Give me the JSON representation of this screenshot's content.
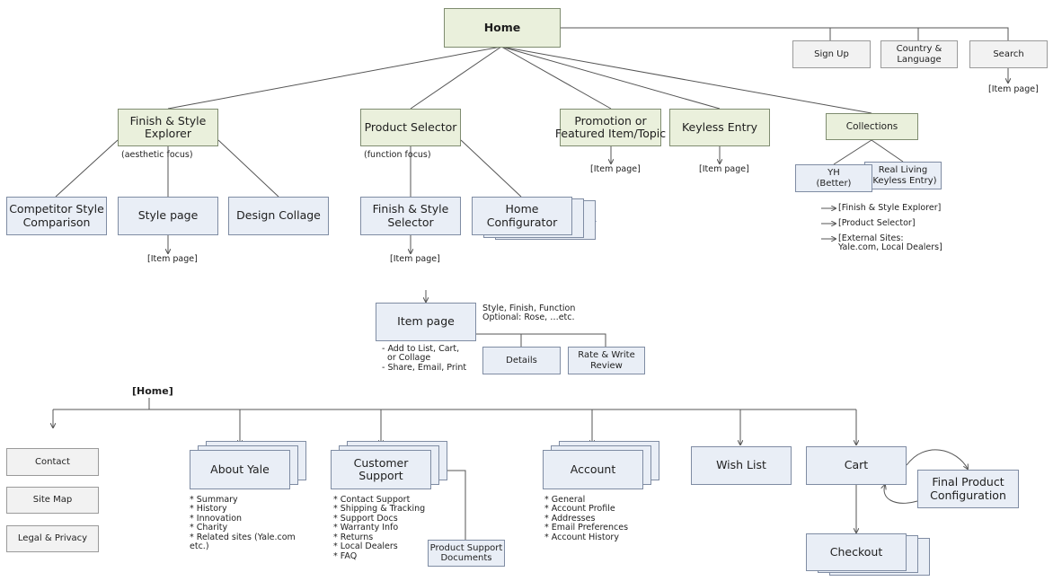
{
  "top": {
    "home": "Home",
    "sign_up": "Sign Up",
    "country_language": "Country &\nLanguage",
    "search": "Search",
    "search_item": "[Item page]"
  },
  "level2": {
    "finish_style_explorer": "Finish & Style\nExplorer",
    "aesthetic_focus": "(aesthetic focus)",
    "product_selector": "Product Selector",
    "function_focus": "(function focus)",
    "promotion": "Promotion or\nFeatured Item/Topic",
    "promotion_item": "[Item page]",
    "keyless_entry": "Keyless Entry",
    "keyless_item": "[Item page]",
    "collections": "Collections",
    "yh": "YH\n(Better)",
    "real_living": "Real Living\n(Keyless Entry)",
    "collection_links": [
      "[Finish & Style Explorer]",
      "[Product Selector]",
      "[External Sites:\nYale.com, Local Dealers]"
    ]
  },
  "level3": {
    "competitor": "Competitor Style\nComparison",
    "style_page": "Style page",
    "style_item": "[Item page]",
    "design_collage": "Design Collage",
    "finish_style_selector": "Finish & Style\nSelector",
    "selector_item": "[Item page]",
    "home_configurator": "Home Configurator"
  },
  "item": {
    "item_page": "Item page",
    "attributes": "Style, Finish, Function\nOptional: Rose, …etc.",
    "actions": "- Add to List, Cart,\n  or Collage\n- Share, Email, Print",
    "details": "Details",
    "rate_review": "Rate & Write\nReview"
  },
  "bottom": {
    "home_ref": "[Home]",
    "contact": "Contact",
    "site_map": "Site Map",
    "legal": "Legal & Privacy",
    "about": "About Yale",
    "about_list": "* Summary\n* History\n* Innovation\n* Charity\n* Related sites (Yale.com\netc.)",
    "support": "Customer Support",
    "support_list": "* Contact Support\n* Shipping & Tracking\n* Support Docs\n* Warranty Info\n* Returns\n* Local Dealers\n* FAQ",
    "support_docs": "Product Support\nDocuments",
    "account": "Account",
    "account_list": "* General\n* Account Profile\n* Addresses\n* Email Preferences\n* Account History",
    "wish_list": "Wish List",
    "cart": "Cart",
    "final_config": "Final Product\nConfiguration",
    "checkout": "Checkout"
  },
  "colors": {
    "box_blue": "#e9eef6",
    "box_green": "#eaf0dc",
    "box_gray": "#f2f2f2",
    "line": "#555555",
    "arrow_accent": "#3a4f7a"
  }
}
